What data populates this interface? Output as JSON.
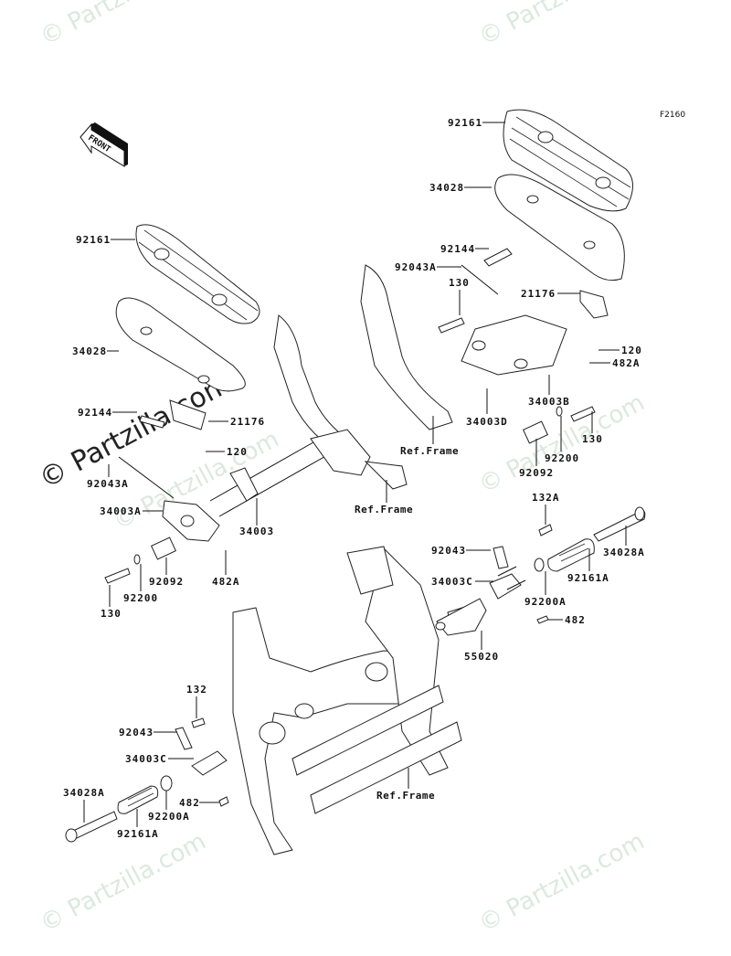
{
  "diagram": {
    "figure_code": "F2160",
    "front_indicator": "FRONT",
    "watermarks": [
      "© Partzilla.com",
      "© Partzilla.com",
      "© Partzilla.com",
      "© Partzilla.com",
      "© Partzilla.com",
      "© Partzilla.com",
      "© Partzilla.com"
    ],
    "ref_frame_label": "Ref.Frame",
    "right_floorboard": {
      "labels": [
        "92161",
        "34028",
        "92144",
        "92043A",
        "130",
        "21176",
        "120",
        "482A",
        "34003B",
        "34003D",
        "130",
        "92200",
        "92092"
      ]
    },
    "left_floorboard": {
      "labels": [
        "92161",
        "34028",
        "92144",
        "21176",
        "120",
        "92043A",
        "34003A",
        "34003",
        "482A",
        "92092",
        "92200",
        "130"
      ]
    },
    "right_peg": {
      "labels": [
        "132A",
        "92043",
        "34003C",
        "34028A",
        "92161A",
        "92200A",
        "482",
        "55020"
      ]
    },
    "left_peg": {
      "labels": [
        "132",
        "92043",
        "34003C",
        "34028A",
        "92200A",
        "92161A",
        "482"
      ]
    },
    "ref_frames": [
      "Ref.Frame",
      "Ref.Frame",
      "Ref.Frame"
    ]
  }
}
